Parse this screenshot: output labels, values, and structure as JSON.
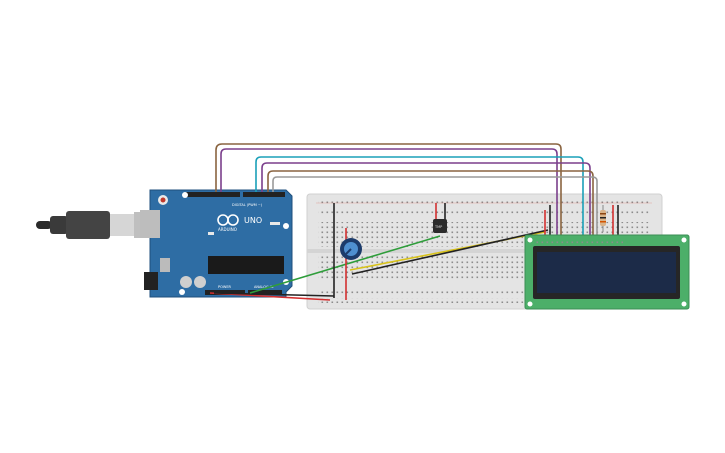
{
  "arduino": {
    "brand": "ARDUINO",
    "model": "UNO",
    "digital_header": "DIGITAL (PWM ~)",
    "power_header": "POWER",
    "analog_header": "ANALOG IN"
  },
  "sensor": {
    "label": "TMP"
  },
  "colors": {
    "board": "#2e6da4",
    "board_dark": "#1f4f7c",
    "breadboard": "#e4e4e4",
    "lcd_pcb": "#4caf69",
    "lcd_screen": "#1c2b48",
    "wire_red": "#d32f2f",
    "wire_black": "#222222",
    "wire_green": "#2e9d3a",
    "wire_yellow": "#d8c21a",
    "wire_purple": "#7b3f8c",
    "wire_cyan": "#1aa0b8",
    "wire_brown": "#8a6440",
    "wire_grey": "#9a9a9a"
  }
}
